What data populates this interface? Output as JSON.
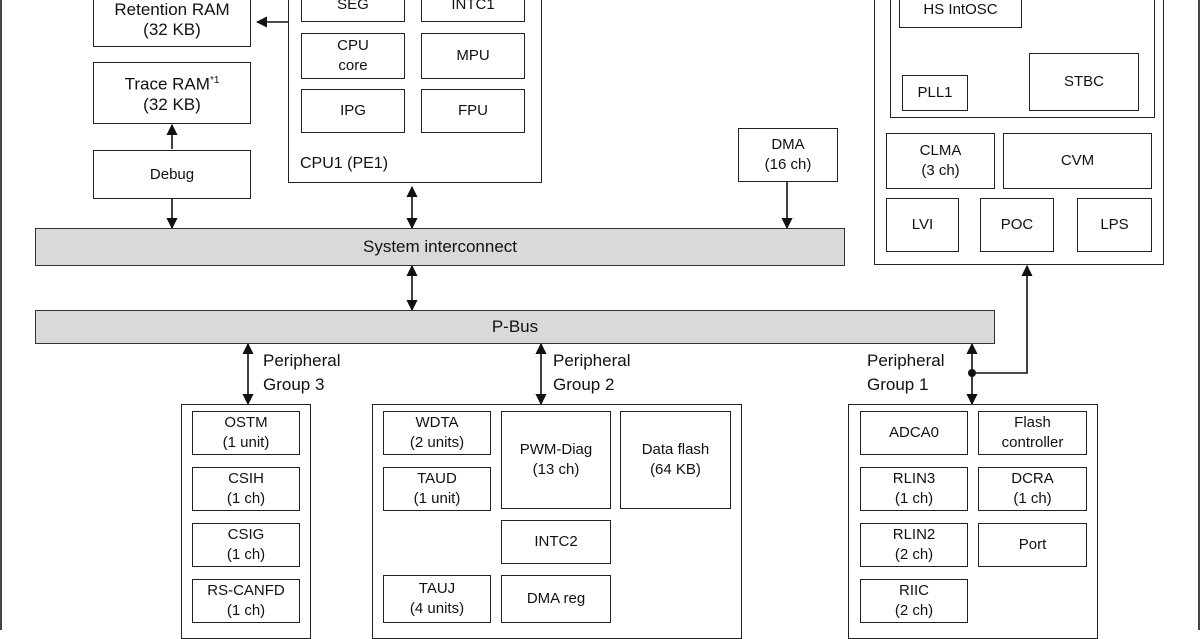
{
  "memory": {
    "retention_ram": {
      "name": "Retention RAM",
      "size": "(32 KB)"
    },
    "trace_ram": {
      "name": "Trace RAM",
      "note": "*1",
      "size": "(32 KB)"
    },
    "debug": "Debug"
  },
  "cpu": {
    "label": "CPU1 (PE1)",
    "blocks": {
      "seg": "SEG",
      "intc1": "INTC1",
      "cpu_core_line1": "CPU",
      "cpu_core_line2": "core",
      "mpu": "MPU",
      "ipg": "IPG",
      "fpu": "FPU"
    }
  },
  "dma": {
    "name": "DMA",
    "channels": "(16 ch)"
  },
  "system_interconnect": "System interconnect",
  "p_bus": "P-Bus",
  "clock_block": {
    "hs_intosc": "HS IntOSC",
    "pll1": "PLL1",
    "stbc": "STBC",
    "clma": {
      "name": "CLMA",
      "count": "(3 ch)"
    },
    "cvm": "CVM",
    "lvi": "LVI",
    "poc": "POC",
    "lps": "LPS"
  },
  "peripheral_groups": {
    "group3": {
      "label_line1": "Peripheral",
      "label_line2": "Group 3",
      "items": [
        {
          "name": "OSTM",
          "count": "(1 unit)"
        },
        {
          "name": "CSIH",
          "count": "(1 ch)"
        },
        {
          "name": "CSIG",
          "count": "(1 ch)"
        },
        {
          "name": "RS-CANFD",
          "count": "(1 ch)"
        }
      ]
    },
    "group2": {
      "label_line1": "Peripheral",
      "label_line2": "Group 2",
      "wdta": {
        "name": "WDTA",
        "count": "(2 units)"
      },
      "taud": {
        "name": "TAUD",
        "count": "(1 unit)"
      },
      "tauj": {
        "name": "TAUJ",
        "count": "(4 units)"
      },
      "pwm_diag": {
        "name": "PWM-Diag",
        "count": "(13 ch)"
      },
      "data_flash": {
        "name": "Data flash",
        "size": "(64 KB)"
      },
      "intc2": "INTC2",
      "dma_reg": "DMA reg"
    },
    "group1": {
      "label_line1": "Peripheral",
      "label_line2": "Group 1",
      "adca0": "ADCA0",
      "flash_controller": {
        "line1": "Flash",
        "line2": "controller"
      },
      "rlin3": {
        "name": "RLIN3",
        "count": "(1 ch)"
      },
      "dcra": {
        "name": "DCRA",
        "count": "(1 ch)"
      },
      "rlin2": {
        "name": "RLIN2",
        "count": "(2 ch)"
      },
      "port": "Port",
      "riic": {
        "name": "RIIC",
        "count": "(2 ch)"
      }
    }
  }
}
